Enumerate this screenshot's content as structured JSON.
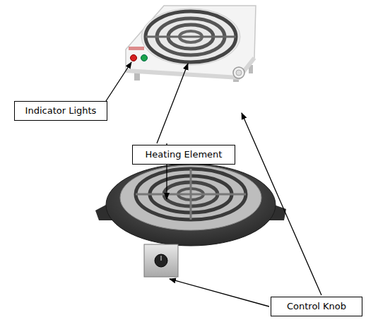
{
  "diagram": {
    "nodes": [
      {
        "text": [
          "Indicator Lights"
        ]
      },
      {
        "text": [
          "Heating Element"
        ]
      },
      {
        "text": [
          "Control Knob"
        ]
      }
    ]
  }
}
